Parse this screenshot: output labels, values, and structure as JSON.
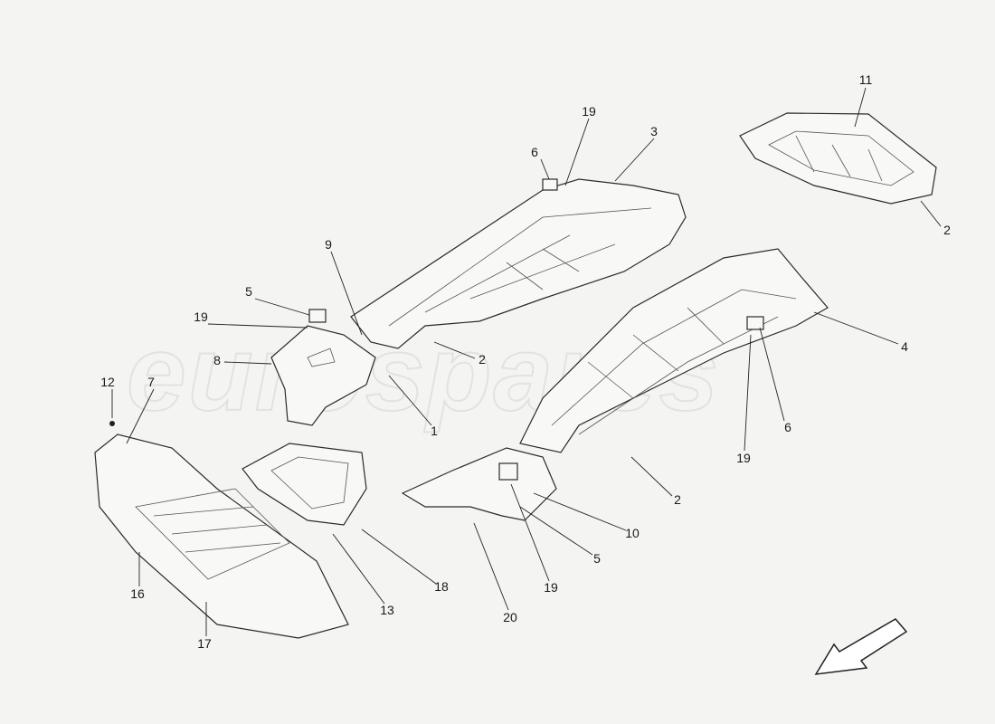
{
  "watermark": "eurospares",
  "callouts": [
    "11",
    "19",
    "3",
    "6",
    "2",
    "9",
    "5",
    "19",
    "8",
    "2",
    "4",
    "12",
    "7",
    "1",
    "19",
    "6",
    "2",
    "10",
    "5",
    "19",
    "18",
    "13",
    "16",
    "17",
    "20"
  ],
  "direction_arrow": "arrow-down-left-icon"
}
